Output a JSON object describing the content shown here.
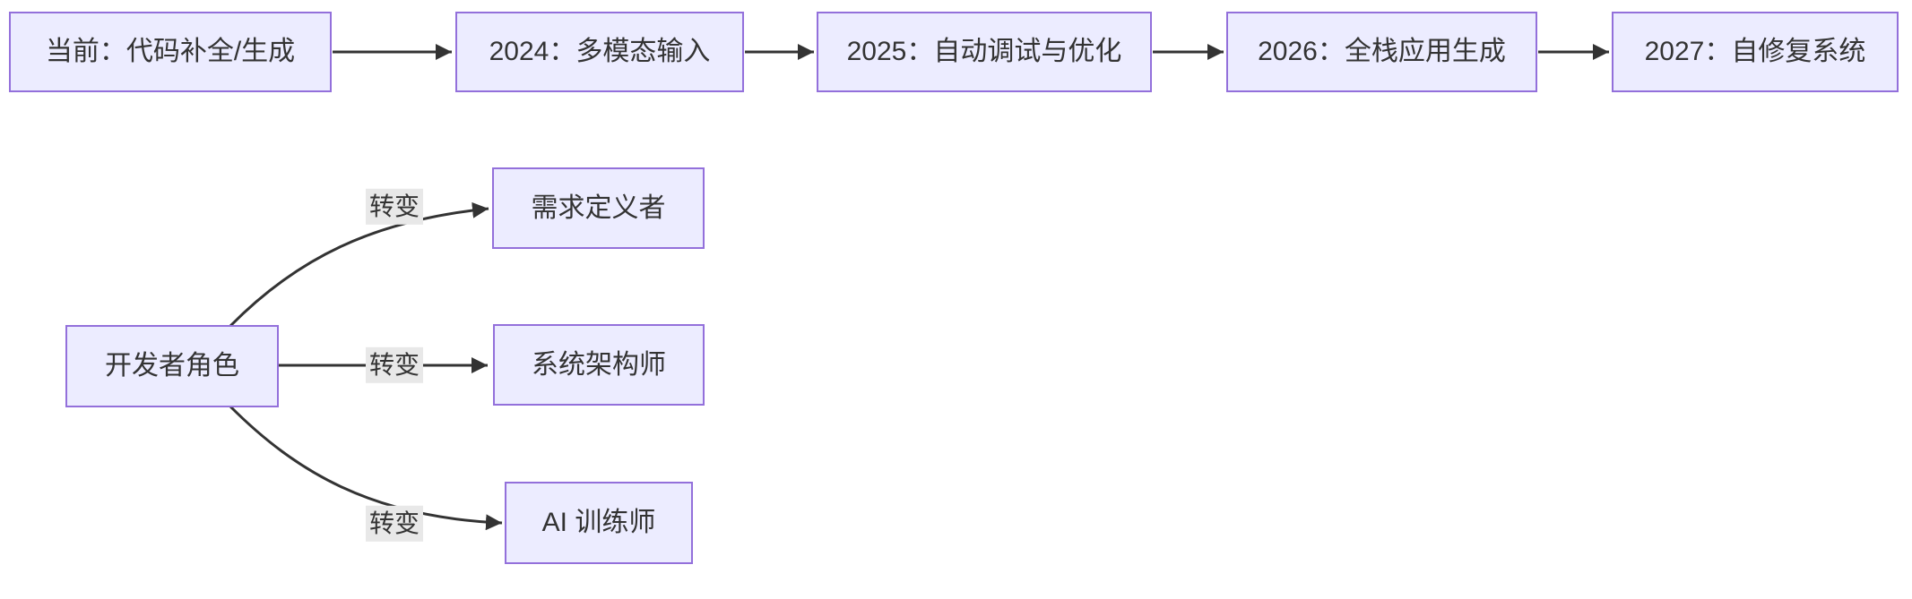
{
  "diagram": {
    "type": "flowchart",
    "colors": {
      "node_fill": "#ECECFF",
      "node_border": "#9370DB",
      "edge": "#333333",
      "edge_label_bg": "#e8e8e8",
      "text": "#333333",
      "background": "#ffffff"
    },
    "timeline": {
      "nodes": [
        {
          "label": "当前：代码补全/生成"
        },
        {
          "label": "2024：多模态输入"
        },
        {
          "label": "2025：自动调试与优化"
        },
        {
          "label": "2026：全栈应用生成"
        },
        {
          "label": "2027：自修复系统"
        }
      ]
    },
    "roles": {
      "source": {
        "label": "开发者角色"
      },
      "edge_label": "转变",
      "targets": [
        {
          "label": "需求定义者"
        },
        {
          "label": "系统架构师"
        },
        {
          "label": "AI 训练师"
        }
      ]
    }
  }
}
